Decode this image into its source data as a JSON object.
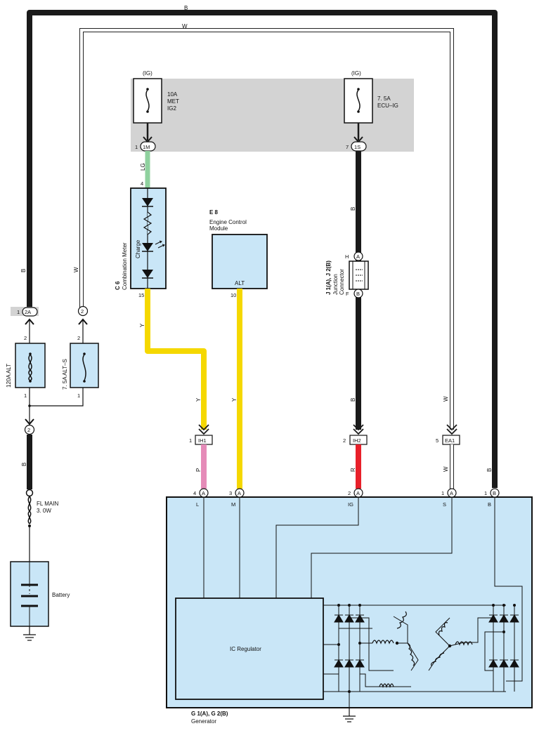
{
  "wires": {
    "top_b": "B",
    "top_w": "W",
    "left_b": "B",
    "left_w": "W",
    "meter_lg": "LG",
    "meter_y": "Y",
    "ecu_y": "Y",
    "ecu_y2": "Y",
    "ig_b": "B",
    "ig_b2": "B",
    "s_w": "W",
    "s_w2": "W",
    "ih1_p": "P",
    "ih2_r": "R",
    "bat_b": "B"
  },
  "ig_label": "(IG)",
  "fuses": {
    "met": [
      "10A",
      "MET",
      "IG2"
    ],
    "ecu": [
      "7. 5A",
      "ECU–IG"
    ],
    "alt120": "120A ALT",
    "alts": "7. 5A ALT–S",
    "flmain": [
      "FL MAIN",
      "3. 0W"
    ]
  },
  "connectors": {
    "c1m": "1M",
    "c1s": "1S",
    "c2a": "2A",
    "c2": "2",
    "c2b": "2",
    "ih1": "IH1",
    "ih2": "IH2",
    "ea1": "EA1",
    "a": "A",
    "b": "B",
    "h": "H",
    "f": "F"
  },
  "pins": {
    "p1": "1",
    "p7": "7",
    "p4": "4",
    "p15": "15",
    "p10": "10",
    "p2": "2",
    "p3": "3",
    "p5": "5"
  },
  "meter": {
    "code": "C 6",
    "name": "Combination Meter",
    "lamp": "Charge"
  },
  "ecm": {
    "code": "E 8",
    "name": [
      "Engine Control",
      "Module"
    ],
    "terminal": "ALT"
  },
  "junction": {
    "code": "J 1(A), J 2(B)",
    "name": [
      "Junction",
      "Connector"
    ]
  },
  "battery": "Battery",
  "generator": {
    "code": "G 1(A), G 2(B)",
    "name": "Generator",
    "terminals": [
      "L",
      "M",
      "IG",
      "S",
      "B"
    ],
    "regulator": "IC Regulator"
  },
  "colors": {
    "black_wire": "#1a1a1a",
    "yellow_wire": "#f5d800",
    "green_wire": "#8fd19e",
    "pink_wire": "#e58bb8",
    "red_wire": "#e8202a",
    "box_fill": "#c9e6f7",
    "junction_fill": "#d3d3d3"
  }
}
